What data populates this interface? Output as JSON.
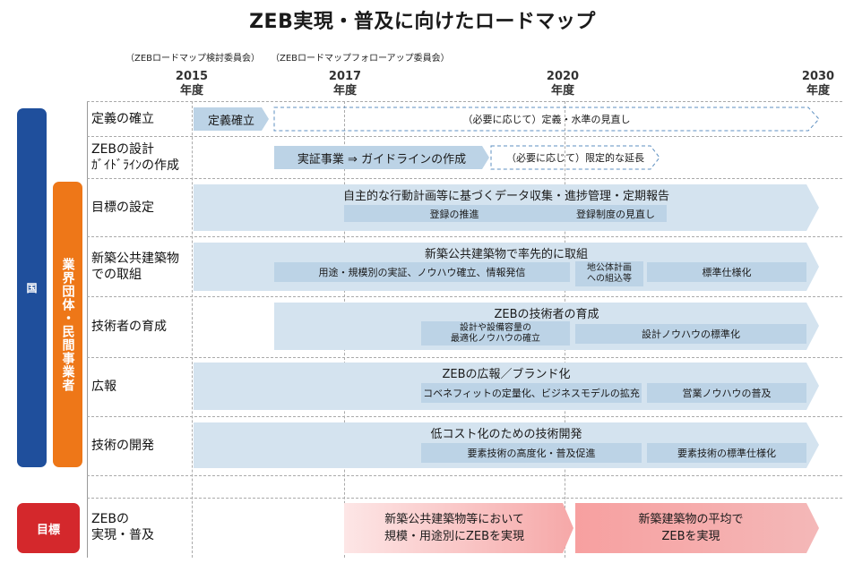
{
  "title": "ZEB実現・普及に向けたロードマップ",
  "committees": {
    "left": "（ZEBロードマップ検討委員会）",
    "right": "（ZEBロードマップフォローアップ委員会）"
  },
  "years": [
    {
      "year": "2015",
      "unit": "年度"
    },
    {
      "year": "2017",
      "unit": "年度"
    },
    {
      "year": "2020",
      "unit": "年度"
    },
    {
      "year": "2030",
      "unit": "年度"
    }
  ],
  "side_labels": {
    "kuni": "国",
    "gyokai": "業界団体・民間事業者",
    "goal": "目標"
  },
  "rows": {
    "definition": {
      "label": "定義の確立",
      "bar": "定義確立",
      "dashed_bar": "（必要に応じて）定義・水準の見直し"
    },
    "guideline": {
      "label_line1": "ZEBの設計",
      "label_line2": "ｶﾞｲﾄﾞﾗｲﾝの作成",
      "bar": "実証事業 ⇒ ガイドラインの作成",
      "dashed_bar": "（必要に応じて）限定的な延長"
    },
    "target": {
      "label": "目標の設定",
      "main": "自主的な行動計画等に基づくデータ収集・進捗管理・定期報告",
      "sub1": "登録の推進",
      "sub2": "登録制度の見直し"
    },
    "public_building": {
      "label_line1": "新築公共建築物",
      "label_line2": "での取組",
      "main": "新築公共建築物で率先的に取組",
      "sub1": "用途・規模別の実証、ノウハウ確立、情報発信",
      "sub2_line1": "地公体計画",
      "sub2_line2": "への組込等",
      "sub3": "標準仕様化"
    },
    "engineer": {
      "label": "技術者の育成",
      "main": "ZEBの技術者の育成",
      "sub1_line1": "設計や設備容量の",
      "sub1_line2": "最適化ノウハウの確立",
      "sub2": "設計ノウハウの標準化"
    },
    "pr": {
      "label": "広報",
      "main": "ZEBの広報／ブランド化",
      "sub1": "コベネフィットの定量化、ビジネスモデルの拡充",
      "sub2": "営業ノウハウの普及"
    },
    "tech_dev": {
      "label": "技術の開発",
      "main": "低コスト化のための技術開発",
      "sub1": "要素技術の高度化・普及促進",
      "sub2": "要素技術の標準仕様化"
    },
    "goal": {
      "label_line1": "ZEBの",
      "label_line2": "実現・普及",
      "bar1_line1": "新築公共建築物等において",
      "bar1_line2": "規模・用途別にZEBを実現",
      "bar2_line1": "新築建築物の平均で",
      "bar2_line2": "ZEBを実現"
    }
  },
  "colors": {
    "kuni": "#1f4f9c",
    "gyokai": "#ee7718",
    "goal_label": "#d4282c",
    "bar_blue": "#d4e3ef",
    "bar_sub": "#bcd3e6",
    "goal_bar": "#f8b4b4"
  }
}
